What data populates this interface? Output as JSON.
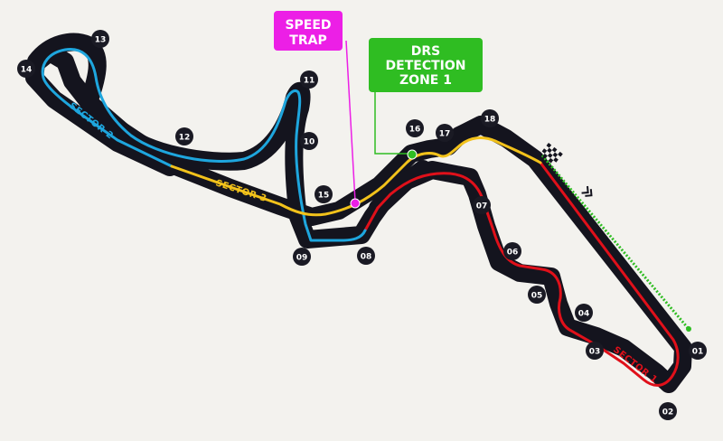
{
  "colors": {
    "background": "#f3f2ee",
    "track": "#14141e",
    "sector1": "#e0101a",
    "sector2": "#1ea6de",
    "sector3": "#f2c21b",
    "speed_trap": "#ec1fe6",
    "drs": "#2fbd22",
    "turn_badge": "#1a1a24"
  },
  "speed_trap": {
    "line1": "SPEED",
    "line2": "TRAP"
  },
  "drs": {
    "line1": "DRS",
    "line2": "DETECTION",
    "line3": "ZONE 1"
  },
  "sectors": {
    "s1": "SECTOR 1",
    "s2": "SECTOR 2",
    "s3": "SECTOR 3"
  },
  "turns": {
    "t01": "01",
    "t02": "02",
    "t03": "03",
    "t04": "04",
    "t05": "05",
    "t06": "06",
    "t07": "07",
    "t08": "08",
    "t09": "09",
    "t10": "10",
    "t11": "11",
    "t12": "12",
    "t13": "13",
    "t14": "14",
    "t15": "15",
    "t16": "16",
    "t17": "17",
    "t18": "18"
  },
  "icons": {
    "start_flag": "checkered-flag-icon",
    "direction": "double-chevron-icon"
  }
}
